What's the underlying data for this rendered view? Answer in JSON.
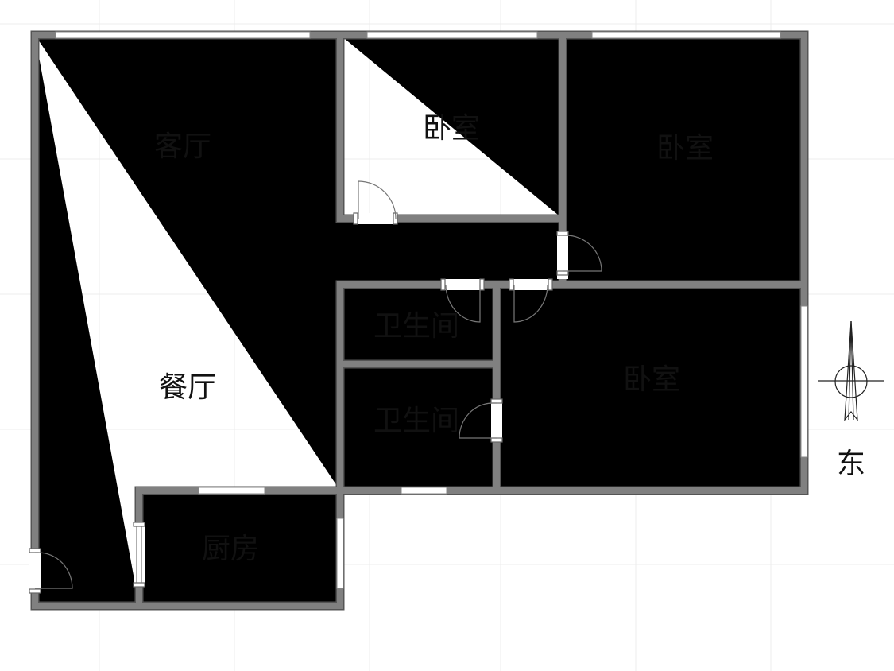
{
  "rooms": {
    "living_room": "客厅",
    "bedroom_1": "卧室",
    "bedroom_2": "卧室",
    "bathroom_1": "卫生间",
    "bathroom_2": "卫生间",
    "bedroom_3": "卧室",
    "dining_room": "餐厅",
    "kitchen": "厨房"
  },
  "compass": {
    "direction_label": "东",
    "icon": "north-arrow-icon"
  },
  "colors": {
    "wall": "#808080",
    "grid": "#ececec"
  }
}
